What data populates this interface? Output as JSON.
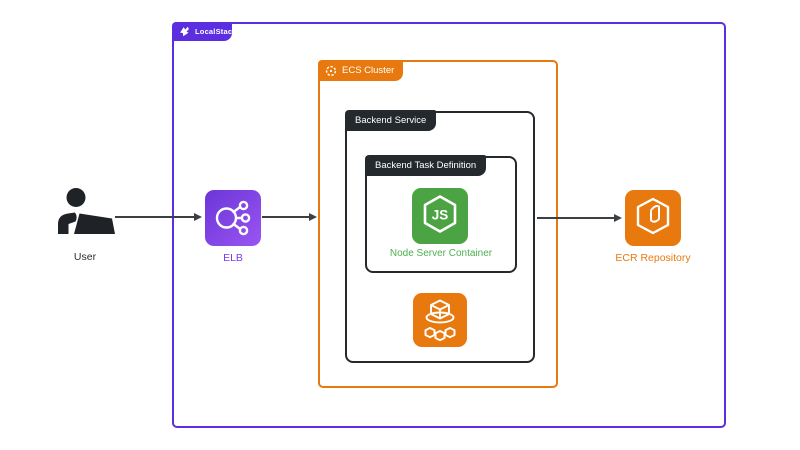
{
  "diagram": {
    "title_context": "LocalStack ECS architecture diagram",
    "outer_box": {
      "label": "LocalStack"
    },
    "ecs_cluster_box": {
      "label": "ECS Cluster"
    },
    "backend_service_box": {
      "label": "Backend Service"
    },
    "task_definition_box": {
      "label": "Backend Task Definition"
    },
    "nodes": {
      "user": {
        "label": "User"
      },
      "elb": {
        "label": "ELB"
      },
      "node_container": {
        "label": "Node Server Container",
        "glyph_text": "JS"
      },
      "ecs_service": {
        "label": ""
      },
      "ecr": {
        "label": "ECR Repository"
      }
    },
    "colors": {
      "localstack_purple": "#5B2EE0",
      "aws_orange": "#E8790F",
      "dark_label": "#24292E",
      "node_green": "#4CA343",
      "node_text_green": "#4CAF50",
      "elb_purple": "#8C4FFF",
      "arrow_gray": "#3B4045"
    }
  }
}
